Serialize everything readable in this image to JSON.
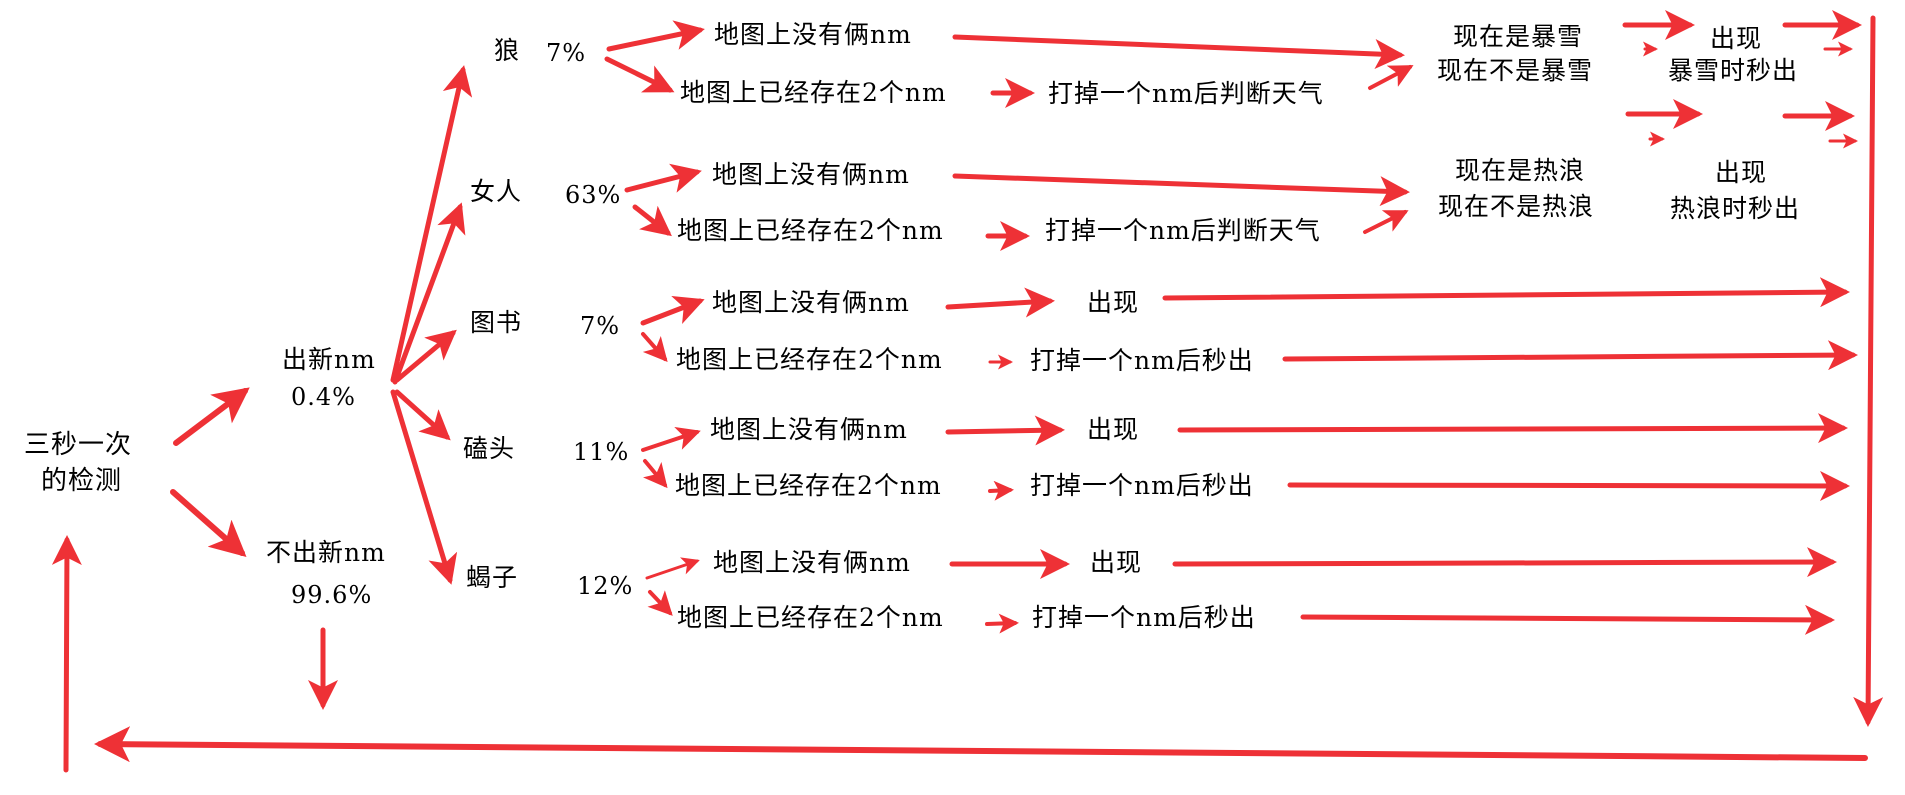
{
  "colors": {
    "arrow": "#ee3136",
    "text": "#000000",
    "background": "#ffffff"
  },
  "root": {
    "line1": "三秒一次",
    "line2": "的检测"
  },
  "branch_new": {
    "label": "出新nm",
    "pct": "0.4%"
  },
  "branch_none": {
    "label": "不出新nm",
    "pct": "99.6%"
  },
  "categories": [
    {
      "name": "狼",
      "pct": "7%",
      "no_two": "地图上没有俩nm",
      "has_two": "地图上已经存在2个nm",
      "action": "打掉一个nm后判断天气",
      "weather_yes": "现在是暴雪",
      "weather_no": "现在不是暴雪",
      "result_yes": "出现",
      "result_no": "暴雪时秒出"
    },
    {
      "name": "女人",
      "pct": "63%",
      "no_two": "地图上没有俩nm",
      "has_two": "地图上已经存在2个nm",
      "action": "打掉一个nm后判断天气",
      "weather_yes": "现在是热浪",
      "weather_no": "现在不是热浪",
      "result_yes": "出现",
      "result_no": "热浪时秒出"
    },
    {
      "name": "图书",
      "pct": "7%",
      "no_two": "地图上没有俩nm",
      "has_two": "地图上已经存在2个nm",
      "result_yes": "出现",
      "action": "打掉一个nm后秒出"
    },
    {
      "name": "磕头",
      "pct": "11%",
      "no_two": "地图上没有俩nm",
      "has_two": "地图上已经存在2个nm",
      "result_yes": "出现",
      "action": "打掉一个nm后秒出"
    },
    {
      "name": "蝎子",
      "pct": "12%",
      "no_two": "地图上没有俩nm",
      "has_two": "地图上已经存在2个nm",
      "result_yes": "出现",
      "action": "打掉一个nm后秒出"
    }
  ]
}
